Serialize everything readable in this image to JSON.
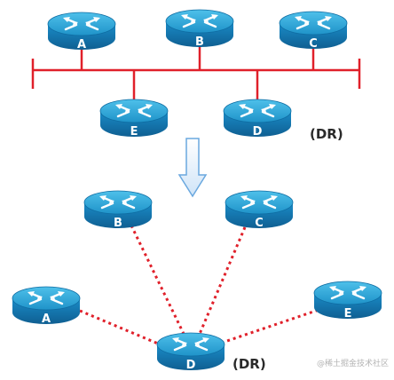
{
  "top_diagram": {
    "routers": [
      {
        "id": "A",
        "label": "A"
      },
      {
        "id": "B",
        "label": "B"
      },
      {
        "id": "C",
        "label": "C"
      },
      {
        "id": "E",
        "label": "E"
      },
      {
        "id": "D",
        "label": "D"
      }
    ],
    "dr_label": "(DR)"
  },
  "bottom_diagram": {
    "routers": [
      {
        "id": "B",
        "label": "B"
      },
      {
        "id": "C",
        "label": "C"
      },
      {
        "id": "A",
        "label": "A"
      },
      {
        "id": "E",
        "label": "E"
      },
      {
        "id": "D",
        "label": "D"
      }
    ],
    "dr_label": "(DR)"
  },
  "watermark": "@稀土掘金技术社区",
  "colors": {
    "bus": "#e0202a",
    "dotted_link": "#e0202a",
    "router_top": "#2aa3d6",
    "router_body": "#1578b0",
    "arrow_fill": "#dcecfb",
    "arrow_stroke": "#6aa8df"
  }
}
